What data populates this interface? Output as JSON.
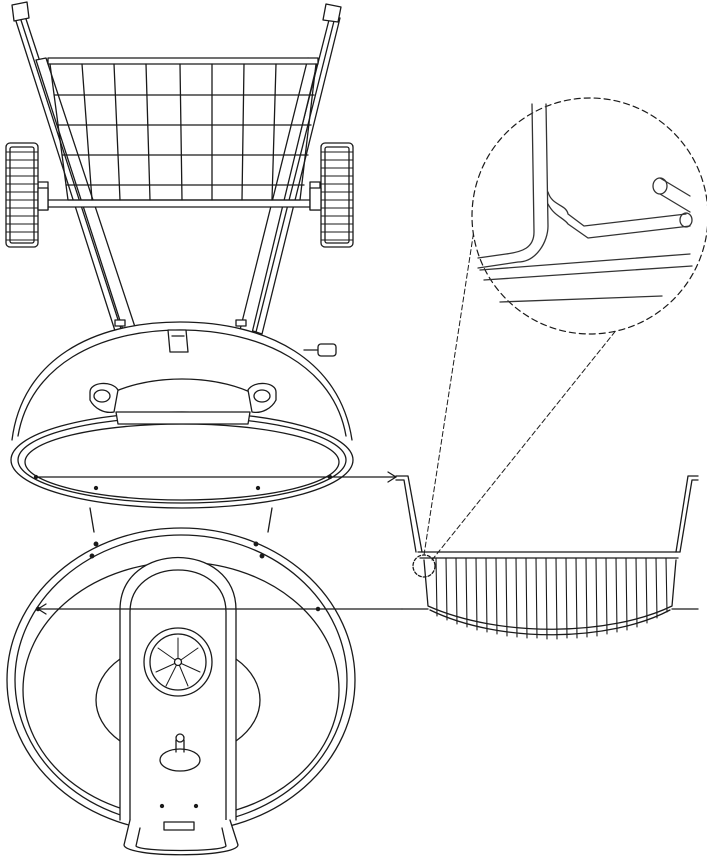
{
  "diagram": {
    "kind": "assembly-line-drawing",
    "parts": [
      "cart-frame",
      "wire-bottom-shelf",
      "wheel-left",
      "wheel-right",
      "lid",
      "bowl",
      "ash-basket",
      "detail-callout"
    ],
    "colors": {
      "line": "#1a1a1a",
      "fill": "#ffffff",
      "detail-line": "#333333"
    }
  }
}
